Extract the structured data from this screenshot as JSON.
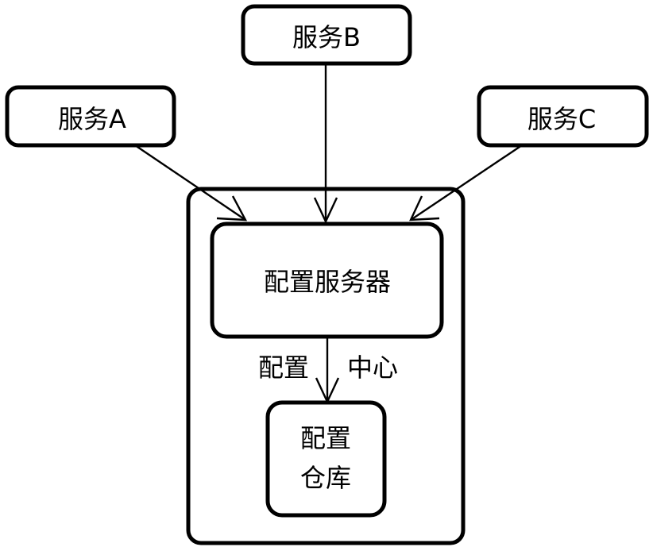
{
  "diagram": {
    "service_a": "服务A",
    "service_b": "服务B",
    "service_c": "服务C",
    "config_server": "配置服务器",
    "config_center_left": "配置",
    "config_center_right": "中心",
    "config_repo_line1": "配置",
    "config_repo_line2": "仓库"
  },
  "colors": {
    "stroke": "#000000",
    "background": "#ffffff"
  }
}
